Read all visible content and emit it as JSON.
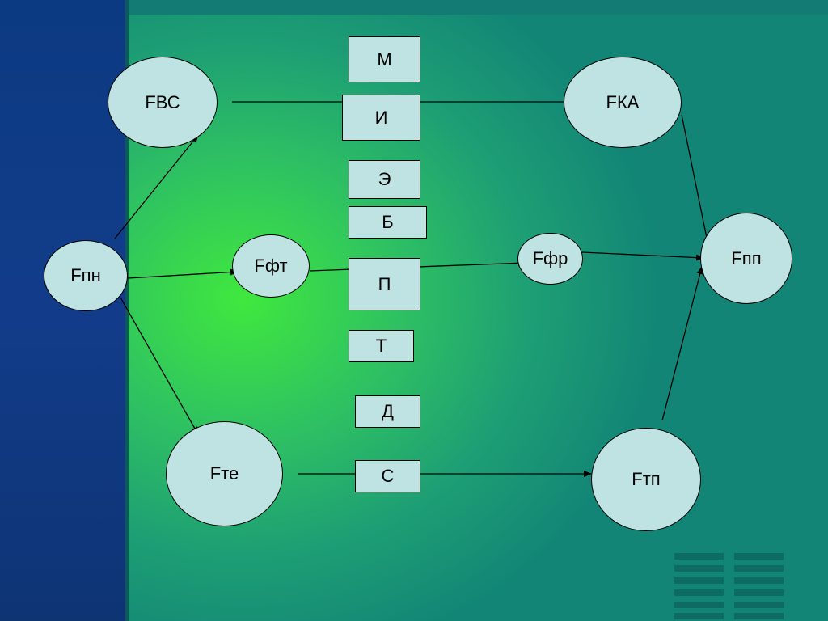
{
  "diagram": {
    "nodes": {
      "fpn": "Fпн",
      "fvs": "FВС",
      "fft": "Fфт",
      "fte": "Fте",
      "fka": "FКА",
      "ffr": "Fфр",
      "fpp": "Fпп",
      "ftp": "Fтп"
    },
    "boxes": {
      "m": "М",
      "i": "И",
      "e": "Э",
      "b": "Б",
      "p": "П",
      "t": "Т",
      "d": "Д",
      "s": "С"
    },
    "edges": [
      {
        "from": "fpn",
        "to": "fvs"
      },
      {
        "from": "fpn",
        "to": "fft"
      },
      {
        "from": "fpn",
        "to": "fte"
      },
      {
        "from": "fvs",
        "to": "fka"
      },
      {
        "from": "fft",
        "to": "ffr"
      },
      {
        "from": "fte",
        "to": "ftp"
      },
      {
        "from": "fka",
        "to": "fpp"
      },
      {
        "from": "ffr",
        "to": "fpp"
      },
      {
        "from": "ftp",
        "to": "fpp"
      }
    ]
  },
  "colors": {
    "node_fill": "#bfe3e3",
    "band": "#123c8a",
    "center_glow": "#40e83e",
    "edge_bg": "#128576"
  }
}
